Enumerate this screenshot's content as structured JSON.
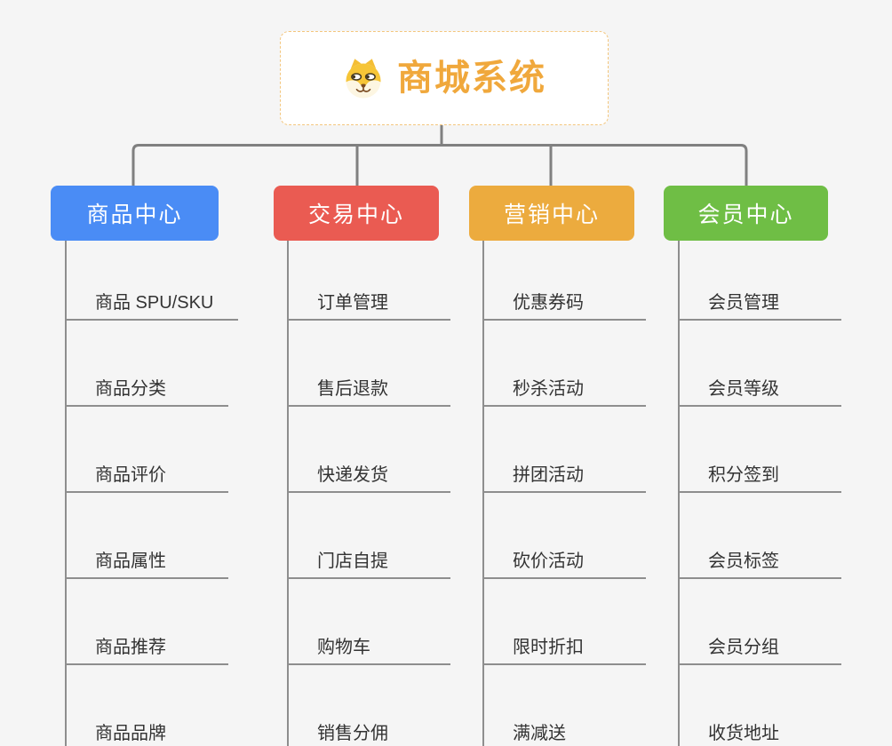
{
  "background_color": "#f5f5f5",
  "connector_color": "#808080",
  "line_color": "#8e8e8e",
  "text_color": "#333333",
  "root": {
    "title": "商城系统",
    "title_color": "#f0a83c",
    "border_color": "#f3c67d",
    "icon": "dog-face-icon"
  },
  "branches": [
    {
      "label": "商品中心",
      "color": "#4a8cf5",
      "items": [
        "商品 SPU/SKU",
        "商品分类",
        "商品评价",
        "商品属性",
        "商品推荐",
        "商品品牌"
      ]
    },
    {
      "label": "交易中心",
      "color": "#ea5b52",
      "items": [
        "订单管理",
        "售后退款",
        "快递发货",
        "门店自提",
        "购物车",
        "销售分佣"
      ]
    },
    {
      "label": "营销中心",
      "color": "#ecab3e",
      "items": [
        "优惠券码",
        "秒杀活动",
        "拼团活动",
        "砍价活动",
        "限时折扣",
        "满减送"
      ]
    },
    {
      "label": "会员中心",
      "color": "#6fbe45",
      "items": [
        "会员管理",
        "会员等级",
        "积分签到",
        "会员标签",
        "会员分组",
        "收货地址"
      ]
    }
  ]
}
